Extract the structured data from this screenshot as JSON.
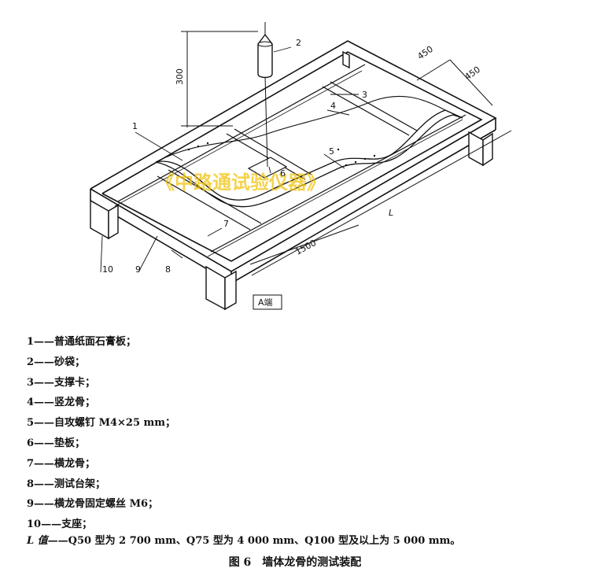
{
  "diagram": {
    "dimensions": {
      "height_300": "300",
      "spacing_a": "450",
      "spacing_b": "450",
      "length_L": "L",
      "width_1500": "1500"
    },
    "labels": {
      "c1": "1",
      "c2": "2",
      "c3": "3",
      "c4": "4",
      "c5": "5",
      "c6": "6",
      "c7": "7",
      "c8": "8",
      "c9": "9",
      "c10": "10",
      "end_a": "A端"
    },
    "watermark": "《中路通试验仪器》"
  },
  "legend": [
    {
      "num": "1",
      "text": "——普通纸面石膏板；"
    },
    {
      "num": "2",
      "text": "——砂袋；"
    },
    {
      "num": "3",
      "text": "——支撑卡；"
    },
    {
      "num": "4",
      "text": "——竖龙骨；"
    },
    {
      "num": "5",
      "text": "——自攻螺钉 M4×25 mm；"
    },
    {
      "num": "6",
      "text": "——垫板；"
    },
    {
      "num": "7",
      "text": "——横龙骨；"
    },
    {
      "num": "8",
      "text": "——测试台架；"
    },
    {
      "num": "9",
      "text": "——横龙骨固定螺丝 M6；"
    },
    {
      "num": "10",
      "text": "——支座；"
    }
  ],
  "l_value": {
    "label": "L 值",
    "text": "——Q50 型为 2 700 mm、Q75 型为 4 000 mm、Q100 型及以上为 5 000 mm。"
  },
  "caption": "图 6　墙体龙骨的测试装配"
}
